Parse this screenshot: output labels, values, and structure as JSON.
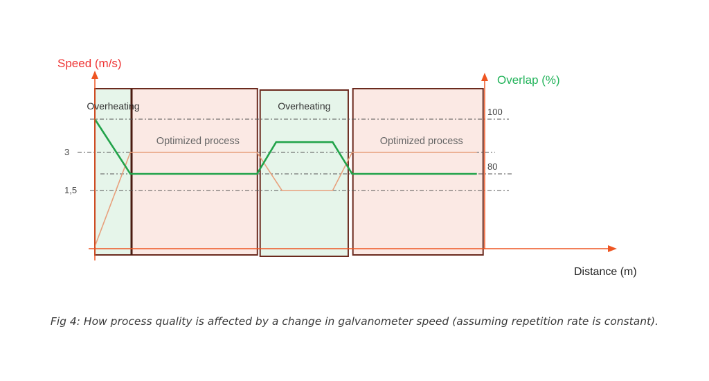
{
  "chart_data": {
    "type": "line",
    "title": "",
    "xlabel": "Distance (m)",
    "ylabel": "Speed (m/s)",
    "y2label": "Overlap (%)",
    "speed_ticks": [
      {
        "value": 3,
        "label": "3"
      },
      {
        "value": 1.5,
        "label": "1,5"
      }
    ],
    "overlap_ticks": [
      {
        "value": 100,
        "label": "100"
      },
      {
        "value": 80,
        "label": "80"
      }
    ],
    "xlim": [
      0,
      100
    ],
    "regions": [
      {
        "label": "Overheating",
        "kind": "overheating",
        "x": [
          0,
          9.4
        ]
      },
      {
        "label": "Optimized process",
        "kind": "optimized",
        "x": [
          9.4,
          41.7
        ]
      },
      {
        "label": "Overheating",
        "kind": "overheating",
        "x": [
          42.4,
          65
        ]
      },
      {
        "label": "Optimized process",
        "kind": "optimized",
        "x": [
          66.2,
          99.6
        ]
      }
    ],
    "series": [
      {
        "name": "Speed",
        "axis": "speed",
        "color": "#e8a07c",
        "x": [
          0,
          9.1,
          41.6,
          48,
          61,
          66,
          98
        ],
        "y": [
          -0.7,
          3,
          3,
          1.5,
          1.5,
          3,
          3
        ]
      },
      {
        "name": "Overlap",
        "axis": "overlap",
        "color": "#22a34a",
        "x": [
          0,
          9.1,
          41.6,
          46.5,
          61,
          66,
          98
        ],
        "y": [
          100,
          80,
          80,
          91.6,
          91.6,
          80,
          80
        ]
      }
    ],
    "colors": {
      "axis": "#ee5522",
      "speed_label": "#ee3333",
      "overlap_label": "#22b35a",
      "overheating_fill": "#e6f5ea",
      "optimized_fill": "#fbe9e4",
      "box_border": "#6b2a1e"
    }
  },
  "caption": "Fig 4: How process quality is affected by a change in galvanometer speed (assuming repetition rate is constant)."
}
